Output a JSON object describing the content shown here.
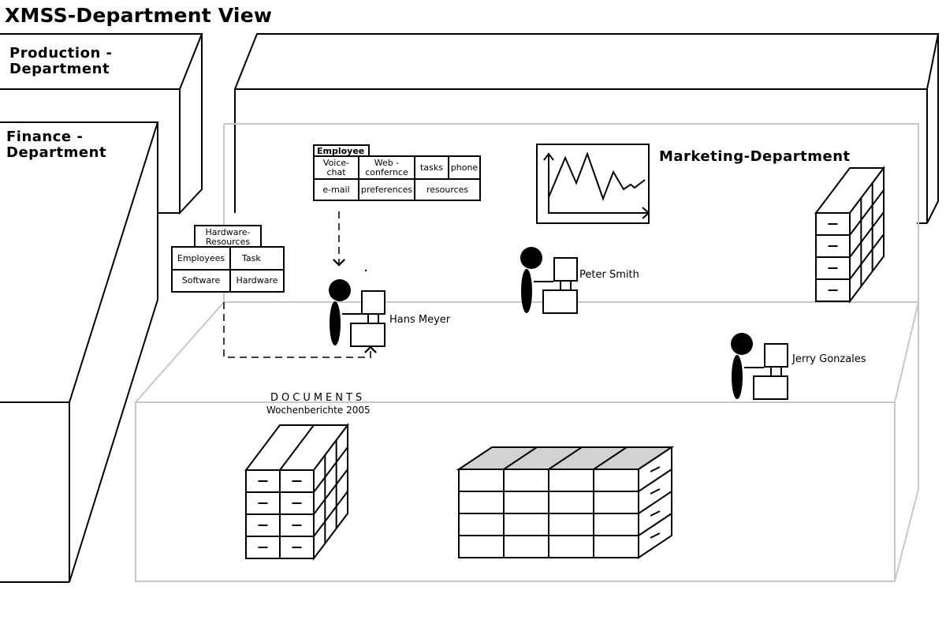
{
  "title": "XMSS-Department View",
  "departments": {
    "production": "Production -\nDepartment",
    "finance": "Finance -\nDepartment",
    "marketing": "Marketing-Department"
  },
  "hardware_table": {
    "header": "Hardware-\nResources",
    "cells": [
      "Employees",
      "Task",
      "Software",
      "Hardware"
    ]
  },
  "employee_table": {
    "header": "Employee",
    "cells": [
      "Voice-\nchat",
      "Web -\nconfernce",
      "tasks",
      "phone",
      "e-mail",
      "preferences",
      "resources"
    ]
  },
  "people": [
    "Hans Meyer",
    "Peter Smith",
    "Jerry Gonzales"
  ],
  "documents": {
    "title": "DOCUMENTS",
    "subtitle": "Wochenberichte 2005"
  }
}
